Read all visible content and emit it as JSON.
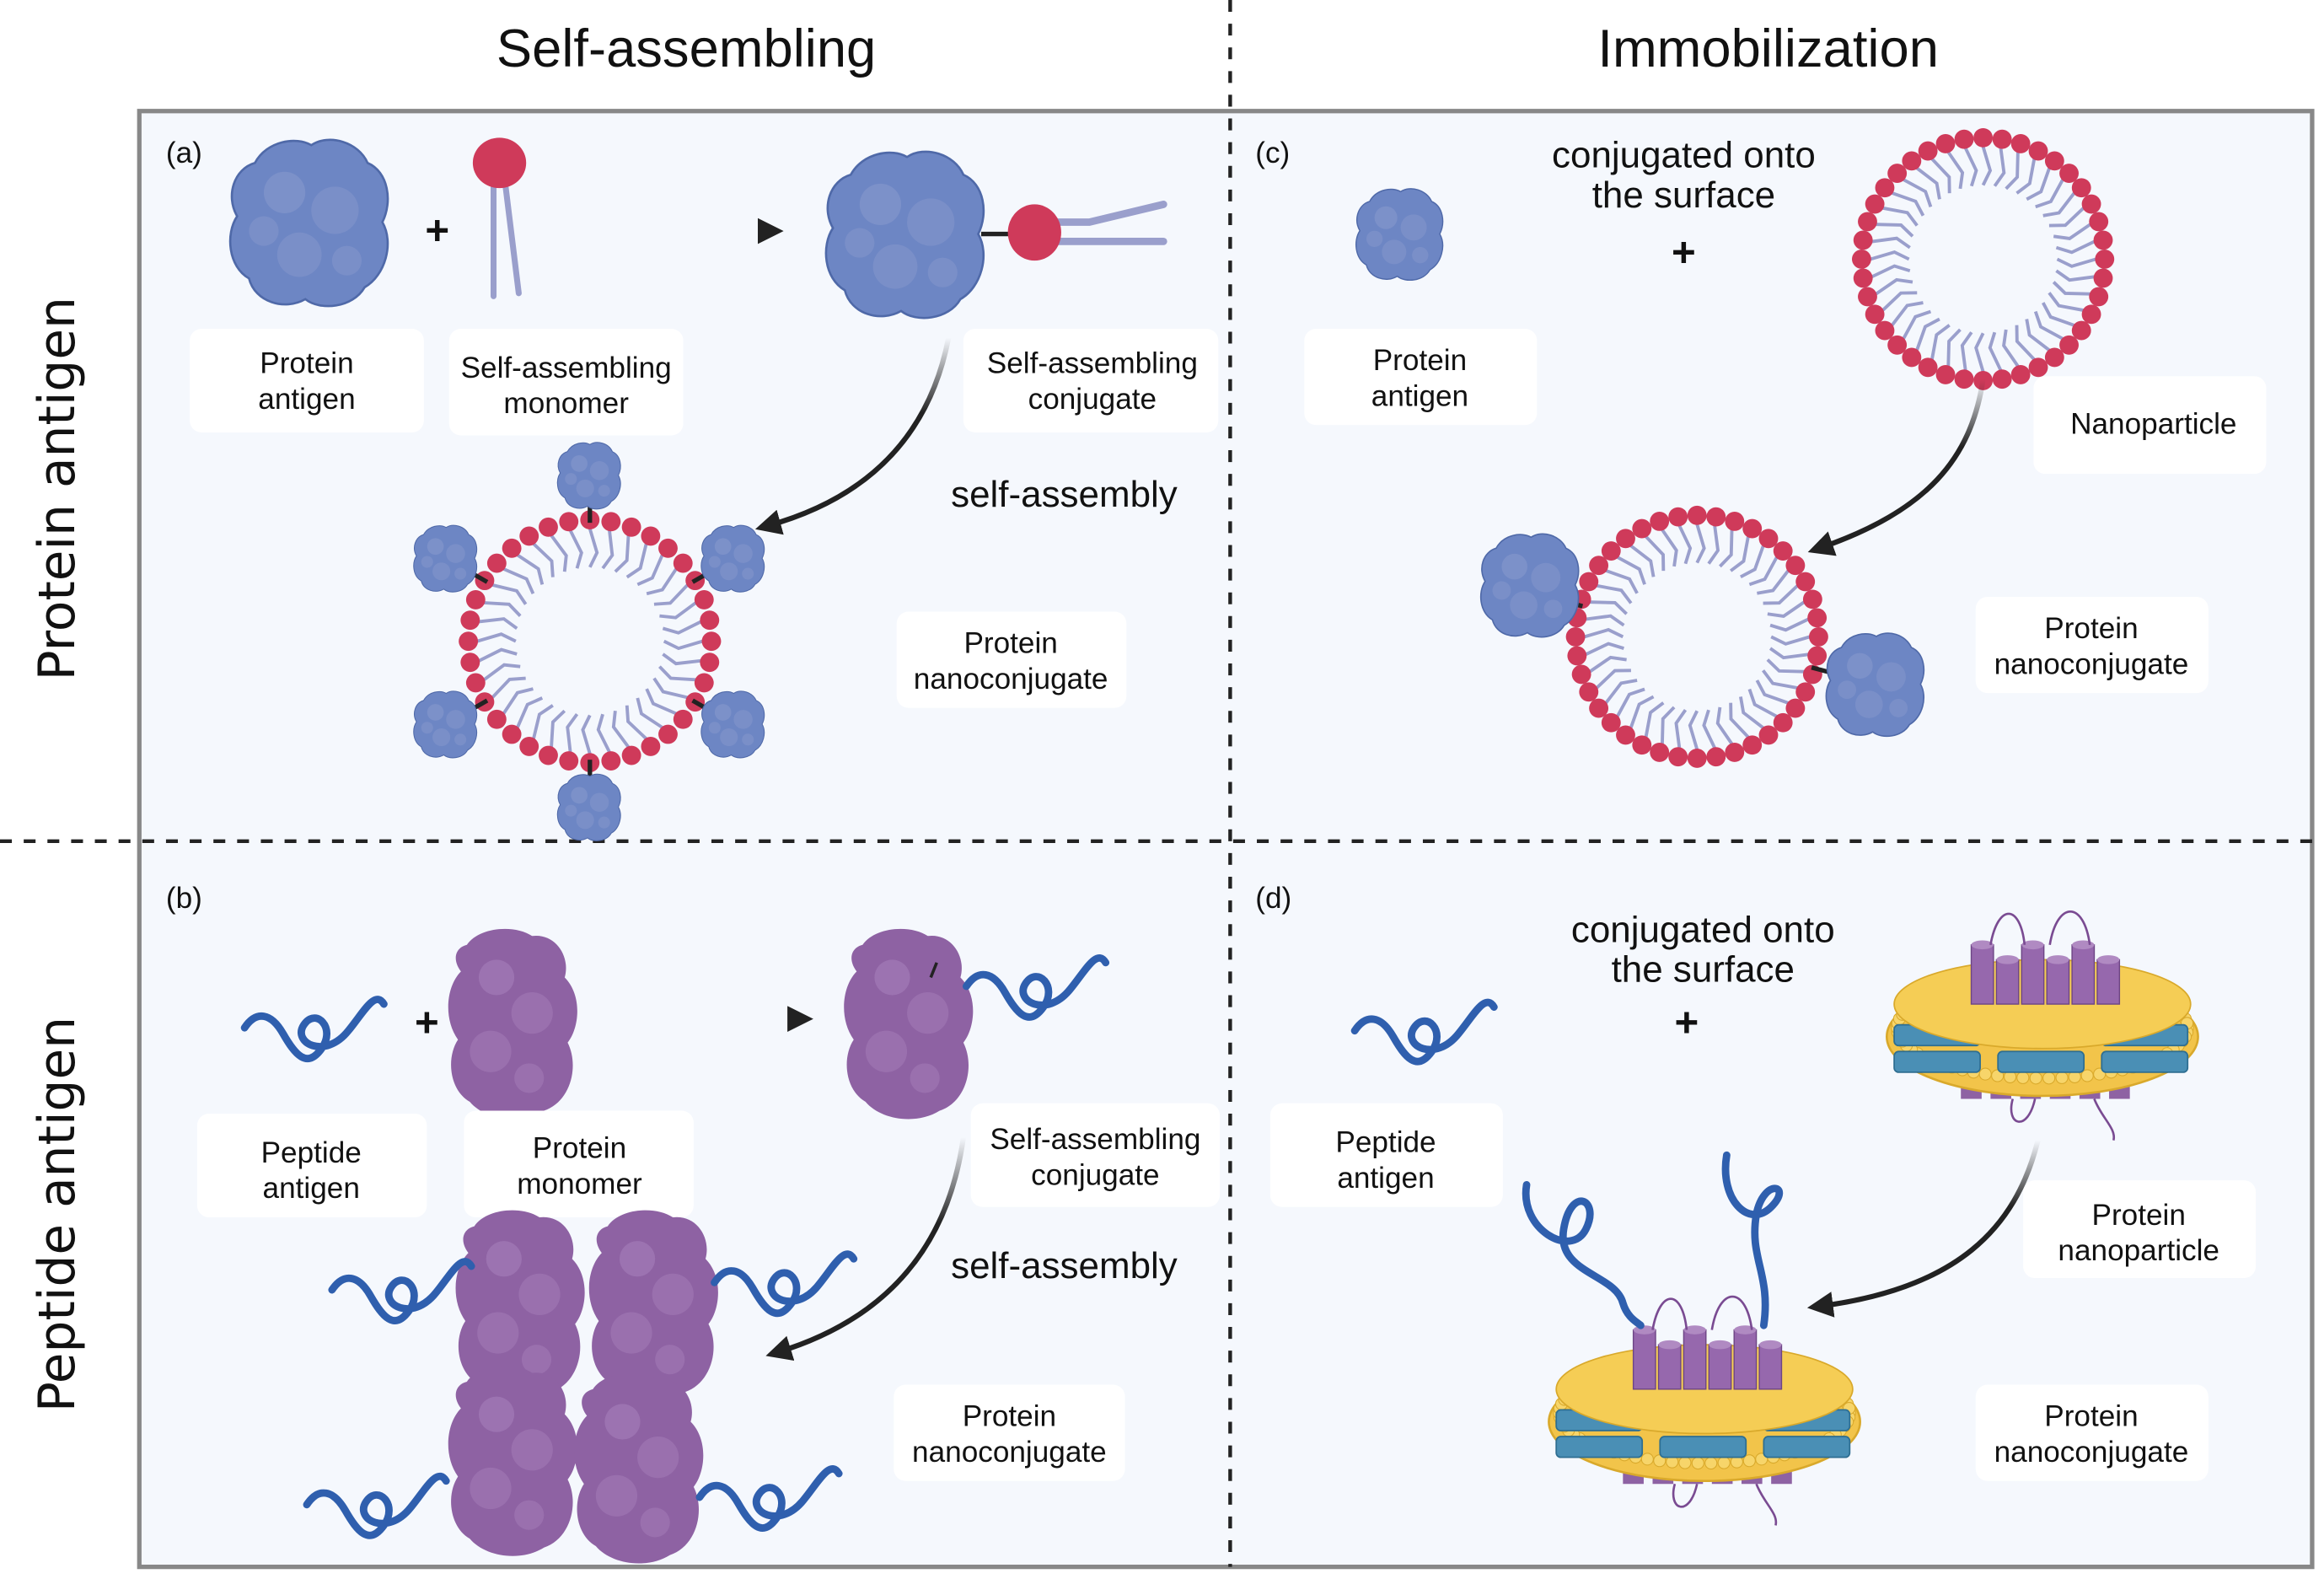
{
  "columns": {
    "left": "Self-assembling",
    "right": "Immobilization"
  },
  "rows": {
    "top": "Protein antigen",
    "bottom": "Peptide antigen"
  },
  "colors": {
    "panel_bg": "#f5f8fd",
    "border": "#888888",
    "protein_blue": "#6d86c4",
    "lipid_head_red": "#cf3a5a",
    "lipid_tail": "#9a9fcc",
    "protein_purple": "#8e62a3",
    "peptide_blue": "#2f5fae",
    "lipid_yellow": "#f2c44a",
    "helix_teal": "#4a8fb5",
    "arrow": "#222222"
  },
  "panels": {
    "a": {
      "letter": "(a)",
      "plus": "+",
      "labels": {
        "protein_antigen": [
          "Protein",
          "antigen"
        ],
        "monomer": [
          "Self-assembling",
          "monomer"
        ],
        "conjugate": [
          "Self-assembling",
          "conjugate"
        ],
        "process": "self-assembly",
        "result": [
          "Protein",
          "nanoconjugate"
        ]
      }
    },
    "b": {
      "letter": "(b)",
      "plus": "+",
      "labels": {
        "peptide_antigen": [
          "Peptide",
          "antigen"
        ],
        "protein_monomer": [
          "Protein",
          "monomer"
        ],
        "conjugate": [
          "Self-assembling",
          "conjugate"
        ],
        "process": "self-assembly",
        "result": [
          "Protein",
          "nanoconjugate"
        ]
      }
    },
    "c": {
      "letter": "(c)",
      "plus": "+",
      "process": [
        "conjugated onto",
        "the surface"
      ],
      "labels": {
        "protein_antigen": [
          "Protein",
          "antigen"
        ],
        "nanoparticle": "Nanoparticle",
        "result": [
          "Protein",
          "nanoconjugate"
        ]
      }
    },
    "d": {
      "letter": "(d)",
      "plus": "+",
      "process": [
        "conjugated onto",
        "the surface"
      ],
      "labels": {
        "peptide_antigen": [
          "Peptide",
          "antigen"
        ],
        "protein_nanoparticle": [
          "Protein",
          "nanoparticle"
        ],
        "result": [
          "Protein",
          "nanoconjugate"
        ]
      }
    }
  }
}
